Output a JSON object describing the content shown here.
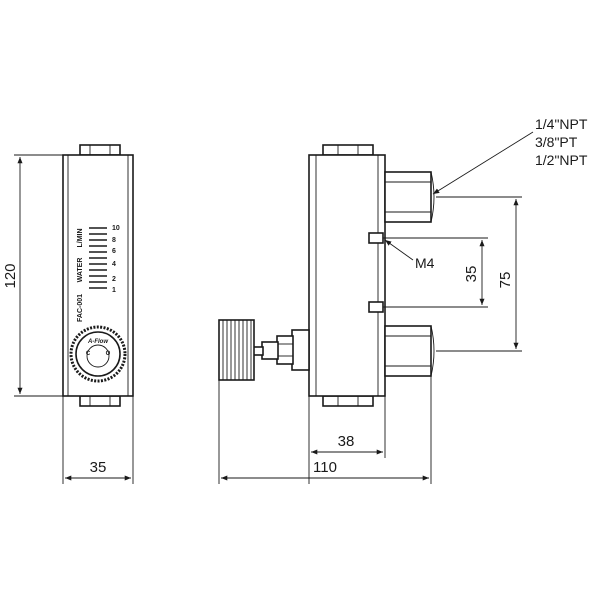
{
  "front_view": {
    "scale_ticks": [
      "10",
      "8",
      "6",
      "4",
      "2",
      "1"
    ],
    "unit_label": "L/MIN",
    "fluid_label": "WATER",
    "model_label": "FAC-001",
    "knob_brand": "A-Flow",
    "knob_close": "C",
    "knob_open": "O"
  },
  "dimensions": {
    "height": "120",
    "front_width": "35",
    "body_depth": "38",
    "total_length": "110",
    "mount_spacing": "35",
    "port_spacing": "75"
  },
  "callouts": {
    "port_sizes": [
      "1/4\"NPT",
      "3/8\"PT",
      "1/2\"NPT"
    ],
    "mount_thread": "M4"
  }
}
